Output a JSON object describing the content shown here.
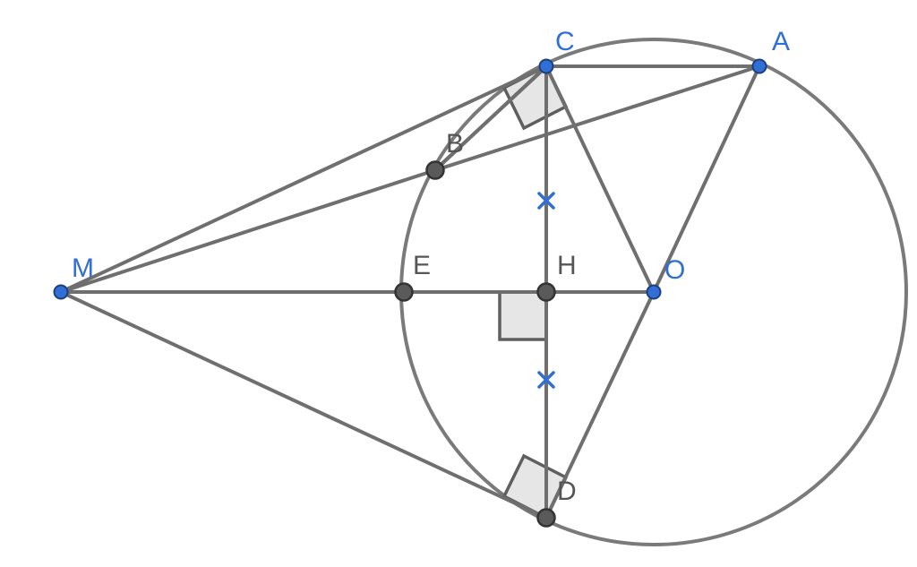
{
  "points": [
    {
      "id": "C",
      "label": "C",
      "kind": "free"
    },
    {
      "id": "A",
      "label": "A",
      "kind": "free"
    },
    {
      "id": "B",
      "label": "B",
      "kind": "dependent"
    },
    {
      "id": "M",
      "label": "M",
      "kind": "free"
    },
    {
      "id": "E",
      "label": "E",
      "kind": "dependent"
    },
    {
      "id": "H",
      "label": "H",
      "kind": "dependent"
    },
    {
      "id": "O",
      "label": "O",
      "kind": "free"
    },
    {
      "id": "D",
      "label": "D",
      "kind": "dependent"
    }
  ],
  "segments": [
    [
      "M",
      "C"
    ],
    [
      "M",
      "B"
    ],
    [
      "M",
      "D"
    ],
    [
      "M",
      "O"
    ],
    [
      "C",
      "A"
    ],
    [
      "C",
      "D"
    ],
    [
      "C",
      "O"
    ],
    [
      "O",
      "A"
    ],
    [
      "O",
      "D"
    ],
    [
      "C",
      "B"
    ],
    [
      "B",
      "A"
    ]
  ],
  "circle": {
    "center": "O",
    "through": [
      "A",
      "C",
      "B",
      "E",
      "D"
    ]
  },
  "right_angles": [
    {
      "vertex": "C",
      "between": [
        "M",
        "O"
      ]
    },
    {
      "vertex": "H",
      "between": [
        "M",
        "C"
      ]
    },
    {
      "vertex": "D",
      "between": [
        "M",
        "O"
      ]
    }
  ],
  "equal_marks": [
    [
      "C",
      "H"
    ],
    [
      "H",
      "D"
    ]
  ],
  "colors": {
    "free_point": "#2f6fd6",
    "dependent_point": "#5a5a5a",
    "line": "#6f6f6f",
    "angle_fill": "#e6e6e6",
    "tick": "#2f6fd6"
  }
}
